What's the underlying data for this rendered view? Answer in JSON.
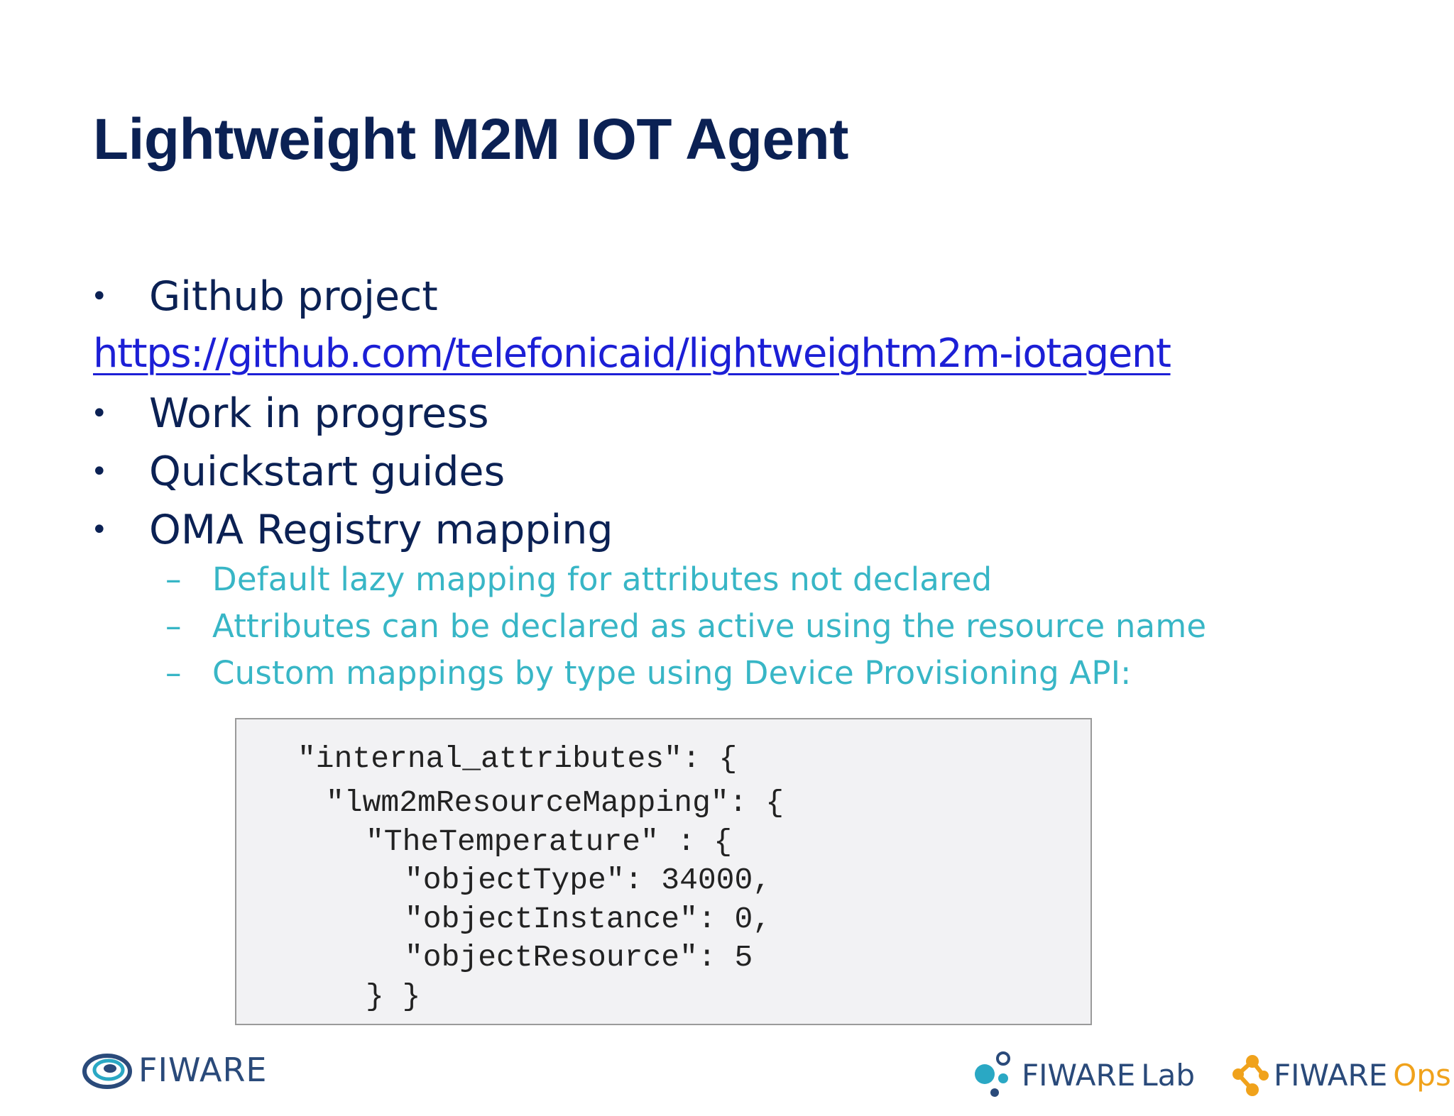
{
  "slide": {
    "title": "Lightweight M2M IOT Agent"
  },
  "bullets": [
    {
      "marker": "•",
      "text": "Github project"
    },
    {
      "marker": "•",
      "text": "Work in progress"
    },
    {
      "marker": "•",
      "text": "Quickstart guides"
    },
    {
      "marker": "•",
      "text": "OMA Registry mapping"
    }
  ],
  "github_link": "https://github.com/telefonicaid/lightweightm2m-iotagent",
  "sub_bullets": [
    {
      "marker": "–",
      "text": "Default lazy mapping for attributes not declared"
    },
    {
      "marker": "–",
      "text": "Attributes can be declared as active using the resource name"
    },
    {
      "marker": "–",
      "text": "Custom mappings by type using Device Provisioning API:"
    }
  ],
  "code_lines": [
    "\"internal_attributes\": {",
    "\"lwm2mResourceMapping\": {",
    "\"TheTemperature\" : {",
    "\"objectType\": 34000,",
    "\"objectInstance\": 0,",
    "\"objectResource\": 5",
    "} }"
  ],
  "logos": {
    "fiware": "FIWARE",
    "fiware_lab_word": "FIWARE",
    "fiware_lab_suffix": "Lab",
    "fiware_ops_word": "FIWARE",
    "fiware_ops_suffix": "Ops"
  },
  "colors": {
    "title": "#0b2154",
    "link": "#1c1fd6",
    "sub_bullet": "#38b6c6",
    "code_bg": "#f2f2f4",
    "ops_accent": "#f0a21b"
  }
}
